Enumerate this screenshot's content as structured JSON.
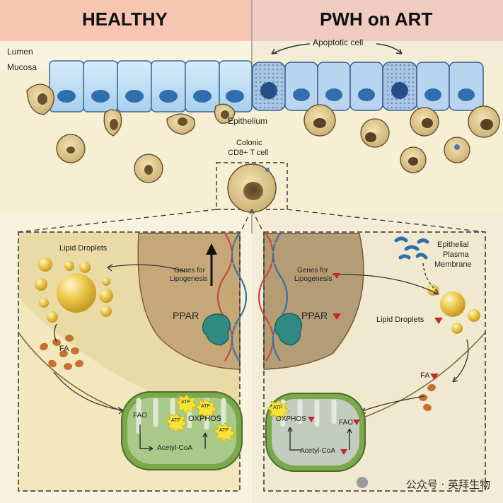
{
  "headers": {
    "healthy": "HEALTHY",
    "pwh": "PWH on ART"
  },
  "tissue": {
    "lumen": "Lumen",
    "mucosa": "Mucosa",
    "epithelium": "Epithelium",
    "apoptotic_cell": "Apoptotic cell",
    "colonic_cell_line1": "Colonic",
    "colonic_cell_line2": "CD8+ T cell"
  },
  "healthy_panel": {
    "lipid_droplets": "Lipid Droplets",
    "genes_line1": "Genes for",
    "genes_line2": "Lipogenesis",
    "ppar": "PPAR",
    "fa": "FA",
    "fao": "FAO",
    "oxphos": "OXPHOS",
    "acetyl_coa": "Acetyl-CoA",
    "atp": "ATP"
  },
  "pwh_panel": {
    "membrane_line1": "Epithelial",
    "membrane_line2": "Plasma",
    "membrane_line3": "Membrane",
    "genes_line1": "Genes for",
    "genes_line2": "Lipogenesis",
    "ppar": "PPAR",
    "lipid_droplets": "Lipid Droplets",
    "fa": "FA",
    "oxphos": "OXPHOS",
    "fao": "FAO",
    "acetyl_coa": "Acetyl-CoA",
    "atp": "ATP"
  },
  "watermark": "公众号 · 英拜生物",
  "colors": {
    "healthy_header": "#f4c4b4",
    "pwh_header": "#efc9bd",
    "epithelial_cell": "#bcdcf2",
    "apoptotic_cell": "#a9c6e4",
    "nucleus": "#2f6fae",
    "tcell": "#d9c28c",
    "lipid": "#e9c64c",
    "fa": "#c8702e",
    "mito": "#7aa84a",
    "atp": "#f5e33a",
    "down_arrow": "#c0272d"
  }
}
